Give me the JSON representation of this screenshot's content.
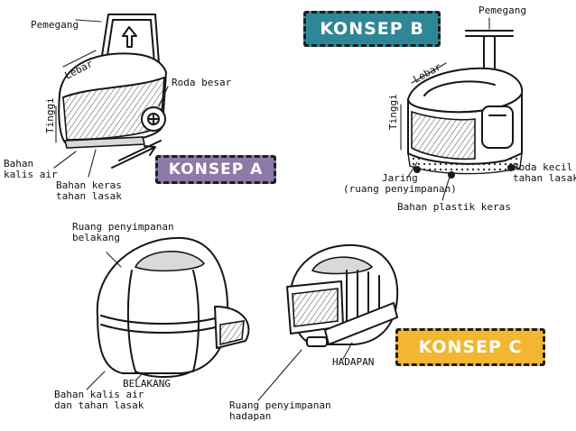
{
  "colors": {
    "konsep_a_bg": "#8e79a8",
    "konsep_b_bg": "#2e8796",
    "konsep_c_bg": "#f2b630",
    "badge_text": "#ffffff",
    "ink": "#111111"
  },
  "konsep_a": {
    "badge": "KONSEP A",
    "pemegang": "Pemegang",
    "lebar": "Lebar",
    "tinggi": "Tinggi",
    "roda_besar": "Roda besar",
    "bahan_kalis_air": [
      "Bahan",
      "kalis air"
    ],
    "bahan_keras": [
      "Bahan keras",
      "tahan lasak"
    ]
  },
  "konsep_b": {
    "badge": "KONSEP B",
    "pemegang": "Pemegang",
    "lebar": "Lebar",
    "tinggi": "Tinggi",
    "jaring": [
      "Jaring",
      "(ruang penyimpanan)"
    ],
    "roda_kecil": [
      "Roda kecil",
      "tahan lasak"
    ],
    "bahan_plastik": "Bahan plastik keras"
  },
  "konsep_c": {
    "badge": "KONSEP C",
    "ruang_belakang": [
      "Ruang penyimpanan",
      "belakang"
    ],
    "belakang": "BELAKANG",
    "bahan_kalis_air_lasak": [
      "Bahan kalis air",
      "dan tahan lasak"
    ],
    "hadapan": "HADAPAN",
    "ruang_hadapan": [
      "Ruang penyimpanan",
      "hadapan"
    ]
  }
}
